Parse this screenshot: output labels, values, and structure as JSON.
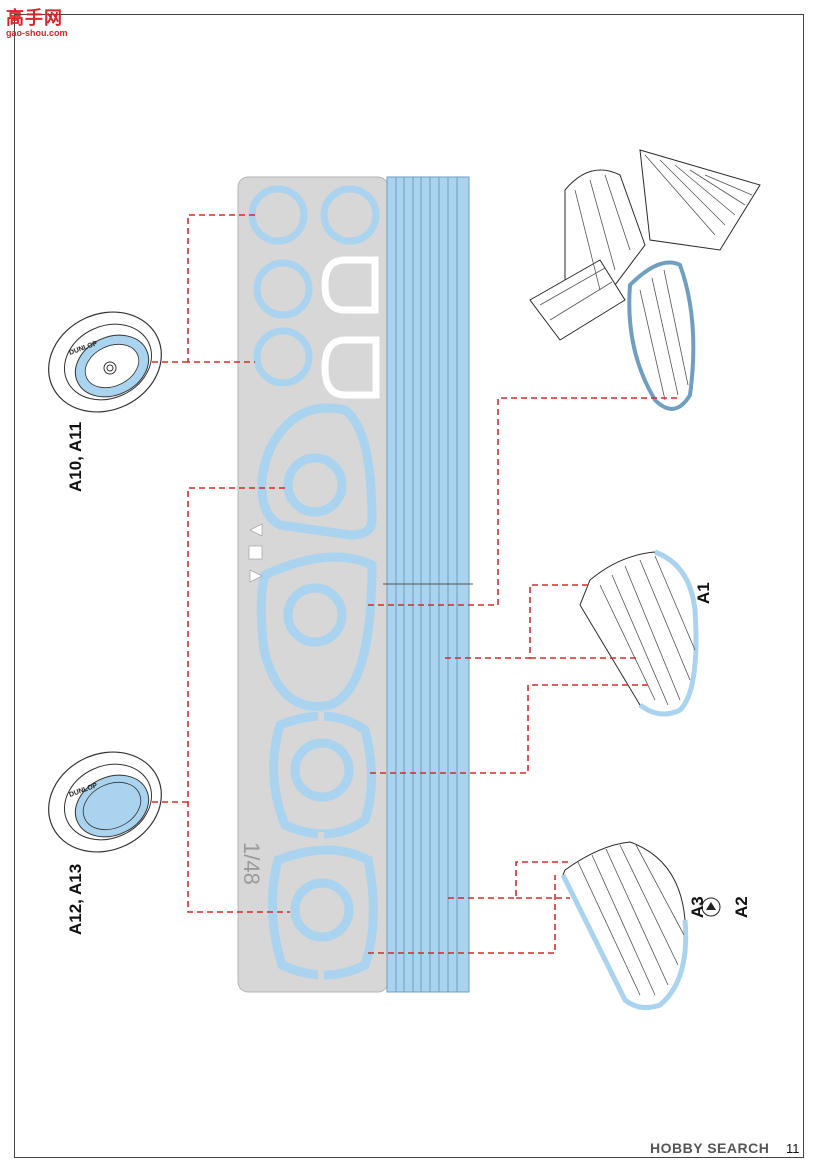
{
  "site_logo": {
    "chinese": "高手网",
    "url": "gao-shou.com"
  },
  "labels": {
    "a10_a11": "A10, A11",
    "a12_a13": "A12, A13",
    "a1": "A1",
    "a2": "A2",
    "a3": "A3"
  },
  "wheel_brand": "DUNLOP",
  "fret_code": "1/48",
  "footer": {
    "brand": "HOBBY SEARCH",
    "page": "11"
  },
  "colors": {
    "mask_blue": "#a9d3ee",
    "fret_grey": "#d7d7d7",
    "dash_red": "#d62b2b",
    "outline": "#2a2a2a"
  }
}
